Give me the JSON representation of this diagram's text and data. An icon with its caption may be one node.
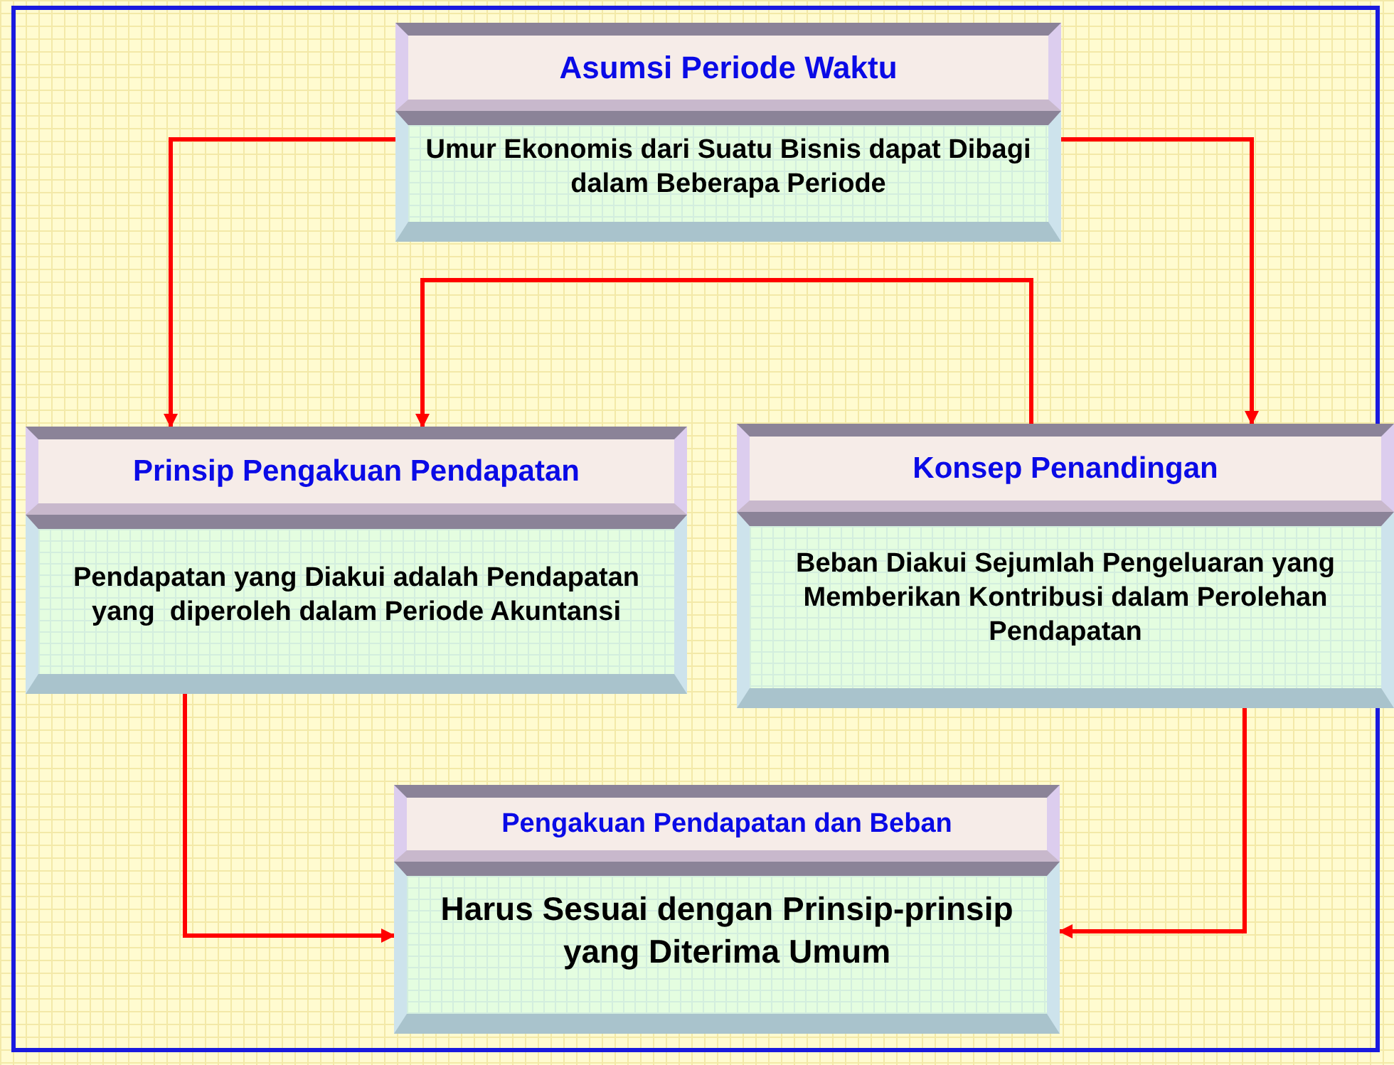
{
  "diagram": {
    "nodes": [
      {
        "text": [
          "Asumsi Periode Waktu",
          "Umur Ekonomis dari Suatu Bisnis dapat Dibagi dalam Beberapa Periode"
        ]
      },
      {
        "text": [
          "Prinsip Pengakuan Pendapatan",
          "Pendapatan yang Diakui adalah Pendapatan yang  diperoleh dalam Periode Akuntansi"
        ]
      },
      {
        "text": [
          "Konsep Penandingan",
          "Beban Diakui Sejumlah Pengeluaran yang Memberikan Kontribusi dalam Perolehan Pendapatan"
        ]
      },
      {
        "text": [
          "Pengakuan Pendapatan dan Beban",
          "Harus Sesuai dengan Prinsip-prinsip yang Diterima Umum"
        ]
      }
    ],
    "edges": [
      {
        "from": 0,
        "to": 1,
        "arrow": "to"
      },
      {
        "from": 0,
        "to": 2,
        "arrow": "to"
      },
      {
        "from": 2,
        "to": 1,
        "arrow": "to"
      },
      {
        "from": 1,
        "to": 3,
        "arrow": "to"
      },
      {
        "from": 2,
        "to": 3,
        "arrow": "to"
      }
    ]
  }
}
